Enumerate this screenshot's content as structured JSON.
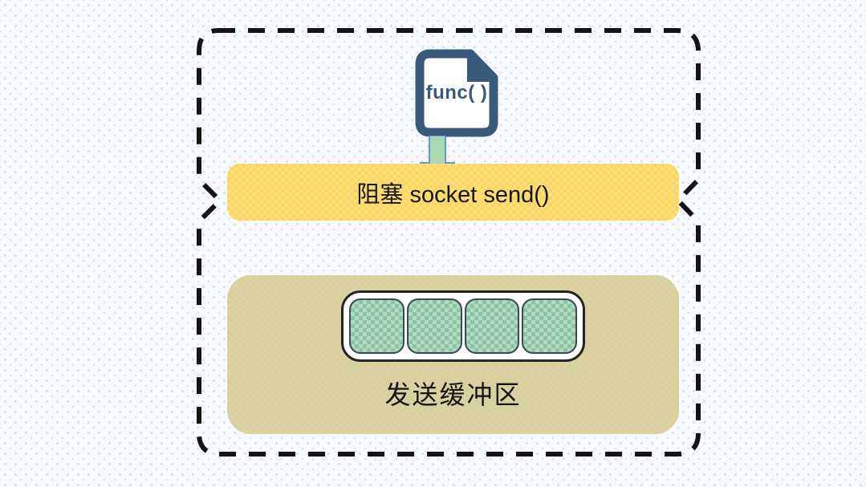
{
  "diagram": {
    "func_icon": {
      "label": "func( )"
    },
    "blocking_bar": {
      "label": "阻塞 socket send()"
    },
    "send_buffer": {
      "label": "发送缓冲区",
      "cells_count": 4
    },
    "colors": {
      "background": "#f7f9fd",
      "dash_black": "#141414",
      "doc_blue": "#3a5a7c",
      "arrow_green": "#a9d8b5",
      "arrow_stroke": "#6b96cc",
      "bar_yellow": "#fbd65e",
      "buffer_tan": "#d8d3a4",
      "cell_green": "#92c7ac"
    }
  }
}
